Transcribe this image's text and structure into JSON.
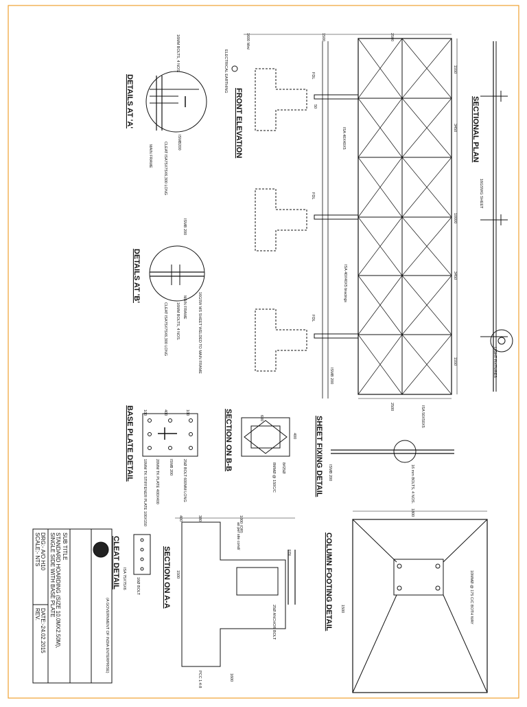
{
  "drawing": {
    "views": {
      "sectional_plan": "SECTIONAL PLAN",
      "front_elevation": "FRONT ELEVATION",
      "detail_a": "DETAILS AT 'A'",
      "detail_b": "DETAILS AT 'B'",
      "section_bb": "SECTION ON B-B",
      "sheet_fixing": "SHEET FIXING DETAIL",
      "base_plate": "BASE PLATE DETAIL",
      "section_aa": "SECTION ON A-A",
      "column_footing": "COLUMN FOOTING DETAIL",
      "cleat": "CLEAT DETAIL"
    },
    "annotations": {
      "electrical_earthing": "ELECTRICAL EARTHING",
      "fdl": "FDL",
      "bolts_16mm": "16MM BOLTS, 4 NOS.",
      "ismb200": "ISMB200",
      "cleat_a": "CLEAT ISA75X75X6,300 LONG",
      "main_frame": "MAIN FRAME",
      "ismb_200": "ISMB 200",
      "gi_sheet": "16GSWG SHEET",
      "gi_sheet_welded": "16GSW MS SHEET WELDED TO MAIN FRAME",
      "main_frame_b": "MAIN FRAME",
      "bolts_b": "16MM BOLTS, 4 NOS.",
      "cleat_b": "CLEAT ISA75X75X6,300 LONG",
      "isa_bracing": "ISA 40X40X5",
      "isa_bracing2": "ISA 40X40X5 bracings",
      "light_fixtures": "LIGHT FIXTURES",
      "isa_end": "ISA 50X50X5",
      "bolt_25": "25Ø BOLT 600MM LONG",
      "base_plate": "20MM TK PLATE 400X400",
      "ismb_base": "ISMB 200",
      "stiffener": "10MM TK STIFFENER PLATE 100X150",
      "bar_25": "8#25Ø",
      "ties": "8MMØ @ 150C/C",
      "anchor_bolt": "25Ø ANCHOR BOLT",
      "pcc": "PCC 1:4:8",
      "as_per_site": "as per site cond/",
      "footing_bars": "10MMØ @ 175 C/C BOTH WAY",
      "isa_cleat": "ISA 75X75X6",
      "bolt_16": "16Ø BOLT",
      "sheet_fix_bolt": "16 mm BOLTS, 4 NOS.",
      "sheet_fix_cleat": "ISA 75X75X6",
      "sheet_ismb": "ISMB 200"
    },
    "dimensions": {
      "d1600": "1600 Min/",
      "d1500": "1500",
      "d2500": "2500",
      "d2500b": "2500",
      "d1550": "1550",
      "d3450": "3450",
      "d10000": "10000",
      "d3450b": "3450",
      "d1550b": "1550",
      "d50": "50",
      "bp100": "100",
      "bp400": "400",
      "bp100b": "100",
      "bp_v100": "100",
      "bp_v200": "200",
      "bp_v100b": "100",
      "s600": "600",
      "s400": "400",
      "sa400": "400",
      "sa380": "380",
      "sa1000": "1000 (OR)",
      "sa1600": "1600",
      "sa1500": "1500",
      "cf1800": "1800",
      "cf1500": "1500"
    },
    "title_block": {
      "org": "(A GOVERNMENT OF INDIA ENTERPRISE)",
      "sub_title": "SUB TITLE",
      "line1": "STANDARD HOARDING (SIZE 10.0MX2.50M),",
      "line2": "SINGLE SIDE WITH BASE PLATE",
      "drg": "DRG:- A/O H10",
      "date": "DATE:-24.02.2015",
      "scale": "SCALE:- NTS",
      "rev": "REV."
    },
    "colors": {
      "border": "#f0a030",
      "ink": "#111111"
    },
    "icons": [
      "company-logo-icon",
      "section-marker-icon"
    ]
  }
}
